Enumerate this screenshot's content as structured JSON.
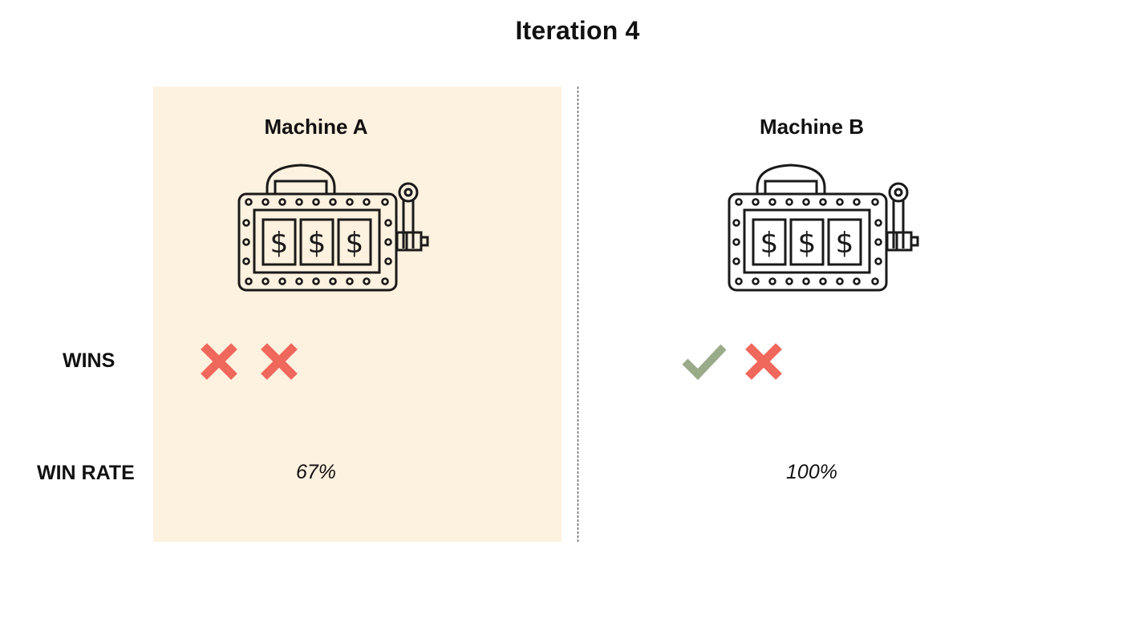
{
  "title": "Iteration 4",
  "row_labels": {
    "wins": "WINS",
    "win_rate": "WIN RATE"
  },
  "machines": [
    {
      "name": "Machine A",
      "win_rate": "67%",
      "results": [
        "loss",
        "loss"
      ],
      "highlighted": true,
      "reel_symbols": [
        "$",
        "$",
        "$"
      ]
    },
    {
      "name": "Machine B",
      "win_rate": "100%",
      "results": [
        "win",
        "loss"
      ],
      "highlighted": false,
      "reel_symbols": [
        "$",
        "$",
        "$"
      ]
    }
  ],
  "colors": {
    "highlight_bg": "#fdf1df",
    "win": "#9aab8a",
    "loss": "#f0675c",
    "outline": "#1a1a1a"
  },
  "icons": {
    "win": "check-icon",
    "loss": "cross-icon",
    "machine": "slot-machine-icon"
  }
}
